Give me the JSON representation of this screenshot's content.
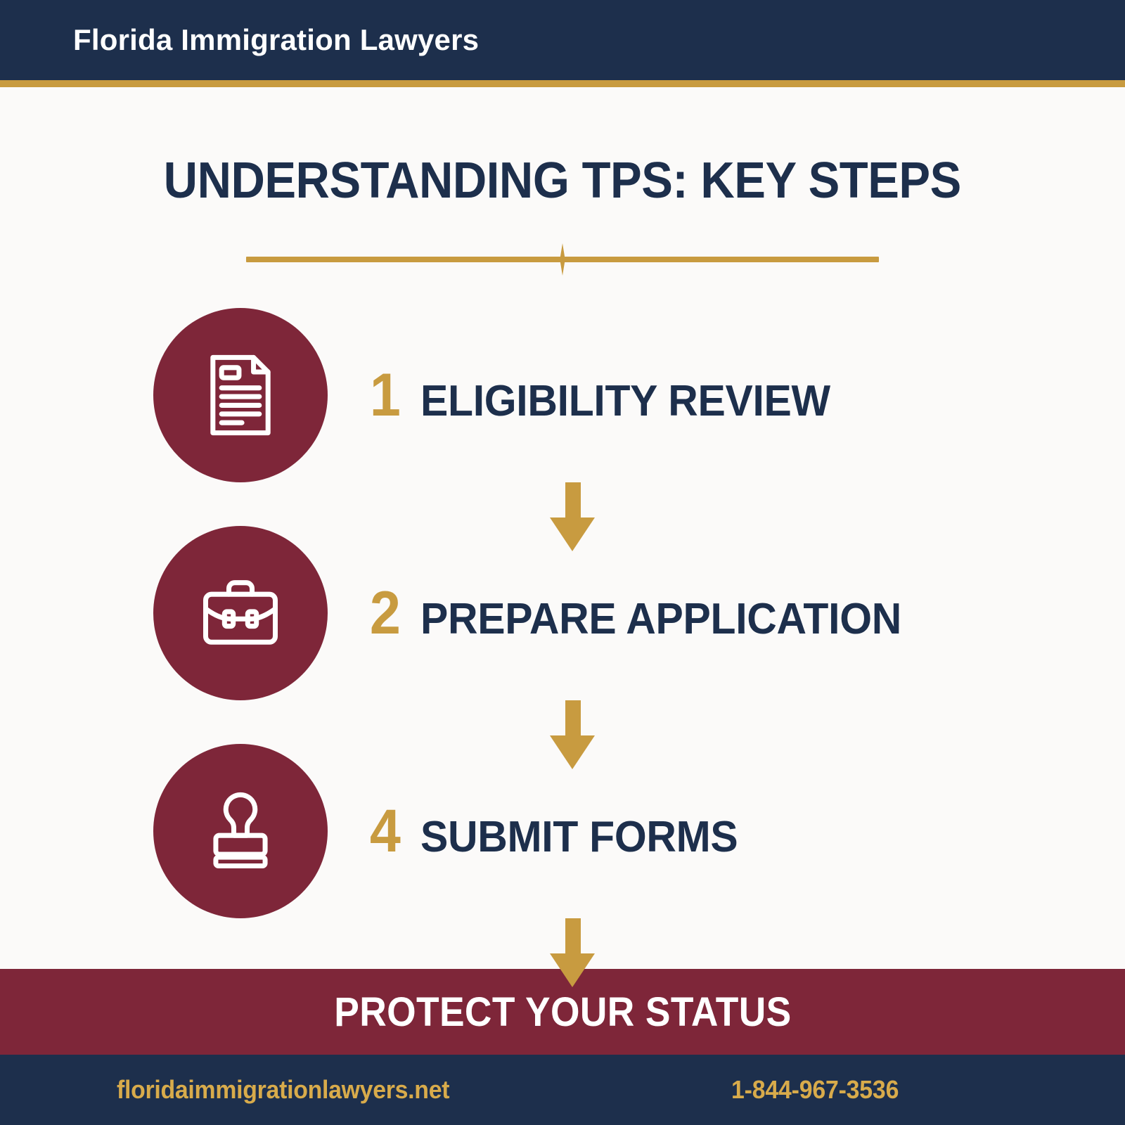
{
  "header": {
    "brand": "Florida Immigration Lawyers"
  },
  "main": {
    "headline": "UNDERSTANDING TPS: KEY STEPS",
    "divider_icon": "diamond-divider-icon",
    "steps": [
      {
        "number": "1",
        "label": "ELIGIBILITY REVIEW",
        "icon": "document-icon"
      },
      {
        "number": "2",
        "label": "PREPARE APPLICATION",
        "icon": "briefcase-icon"
      },
      {
        "number": "4",
        "label": "SUBMIT FORMS",
        "icon": "rubber-stamp-icon"
      }
    ],
    "connector_icon": "arrow-down-icon"
  },
  "cta": {
    "text": "PROTECT YOUR STATUS"
  },
  "footer": {
    "website": "floridaimmigrationlawyers.net",
    "phone": "1-844-967-3536"
  },
  "colors": {
    "navy": "#1d2f4c",
    "maroon": "#7e2639",
    "gold": "#c89b40",
    "footer_gold": "#d8ab4b",
    "background": "#fbfaf9",
    "white": "#ffffff"
  }
}
